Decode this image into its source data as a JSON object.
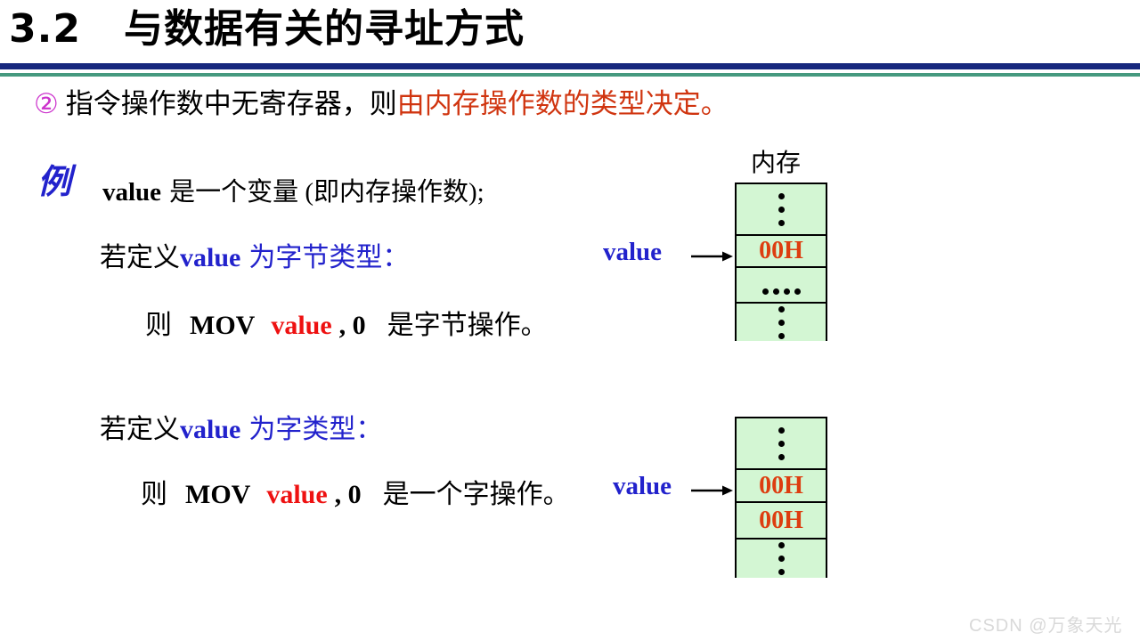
{
  "title": {
    "number": "3.2",
    "text": "与数据有关的寻址方式"
  },
  "point": {
    "bullet": "②",
    "black": "指令操作数中无寄存器，则",
    "red": "由内存操作数的类型决定。"
  },
  "example": {
    "marker": "例",
    "intro": {
      "var": "value",
      "rest": "是一个变量 (即内存操作数);"
    },
    "byte": {
      "def": {
        "prefix": "若定义",
        "var": "value",
        "suffix": "为字节类型："
      },
      "op": {
        "then": "则",
        "mnemonic": "MOV",
        "var": "value",
        "operand": ", 0",
        "rest": "是字节操作。"
      }
    },
    "word": {
      "def": {
        "prefix": "若定义",
        "var": "value",
        "suffix": "为字类型："
      },
      "op": {
        "then": "则",
        "mnemonic": "MOV",
        "var": "value",
        "operand": ", 0",
        "rest": "是一个字操作。"
      }
    }
  },
  "memory_byte": {
    "label": "内存",
    "pointer": "value",
    "cells": [
      "⋮",
      "00H",
      "····",
      "⋮"
    ]
  },
  "memory_word": {
    "pointer": "value",
    "cells": [
      "⋮",
      "00H",
      "00H",
      "⋮"
    ]
  },
  "watermark": "CSDN @万象天光",
  "colors": {
    "rule_navy": "#17277d",
    "rule_teal": "#45997f",
    "bullet_magenta": "#cc33cc",
    "emphasis_red": "#d03510",
    "keyword_blue": "#2222cc",
    "operand_red": "#ee1111",
    "cell_green": "#d3f6d3",
    "cell_value_red": "#dd3d10"
  }
}
